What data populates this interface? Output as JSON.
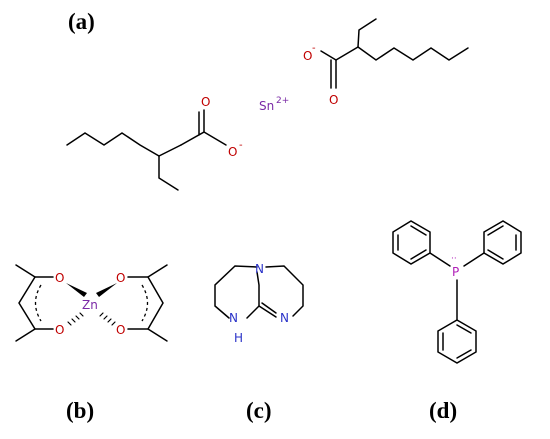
{
  "panels": {
    "a": "(a)",
    "b": "(b)",
    "c": "(c)",
    "d": "(d)"
  },
  "tin_octoate": {
    "oxygen": "O",
    "charge_minus": "-",
    "tin": "Sn",
    "tin_charge": "2+"
  },
  "zinc_acetylacetonate": {
    "metal": "Zn",
    "oxygen": "O"
  },
  "dbu": {
    "nitrogen": "N",
    "amine": "H"
  },
  "triphenylphosphine": {
    "phosphorus": "P",
    "lone_pair": "··"
  },
  "colors": {
    "oxygen": "#c00000",
    "nitrogen": "#2a32c8",
    "metal": "#7a2aa6",
    "phosphorus": "#b01fb8"
  }
}
